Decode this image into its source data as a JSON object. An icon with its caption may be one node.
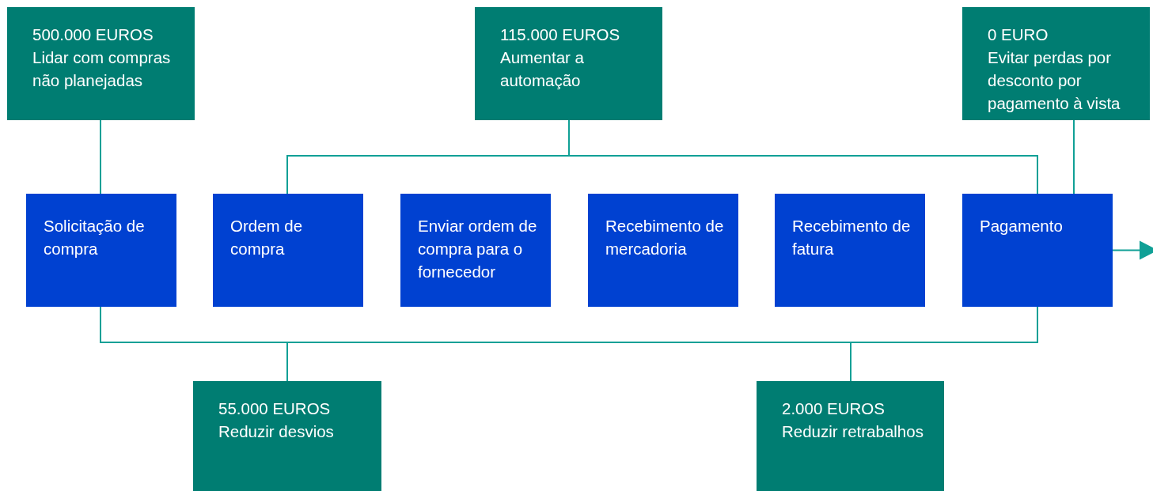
{
  "diagram": {
    "nodes": [
      {
        "text": [
          "500.000 EUROS",
          "Lidar com compras não planejadas"
        ]
      },
      {
        "text": [
          "115.000 EUROS",
          "Aumentar a automação"
        ]
      },
      {
        "text": [
          "0 EURO",
          "Evitar perdas por desconto por pagamento à vista"
        ]
      },
      {
        "text": [
          "Solicitação de compra"
        ]
      },
      {
        "text": [
          "Ordem de compra"
        ]
      },
      {
        "text": [
          "Enviar ordem de compra para o fornecedor"
        ]
      },
      {
        "text": [
          "Recebimento de mercadoria"
        ]
      },
      {
        "text": [
          "Recebimento de fatura"
        ]
      },
      {
        "text": [
          "Pagamento"
        ]
      },
      {
        "text": [
          "55.000 EUROS",
          "Reduzir desvios"
        ]
      },
      {
        "text": [
          "2.000 EUROS",
          "Reduzir retrabalhos"
        ]
      }
    ],
    "edges": [
      {
        "from": 0,
        "to": 3,
        "arrow": "none"
      },
      {
        "from": 1,
        "to": 4,
        "arrow": "none"
      },
      {
        "from": 1,
        "to": 8,
        "arrow": "none"
      },
      {
        "from": 2,
        "to": 8,
        "arrow": "none"
      },
      {
        "from": 9,
        "to": 3,
        "arrow": "none"
      },
      {
        "from": 9,
        "to": 8,
        "arrow": "none"
      },
      {
        "from": 10,
        "to": 3,
        "arrow": "none"
      },
      {
        "from": 10,
        "to": 8,
        "arrow": "none"
      },
      {
        "from": 8,
        "to": null,
        "arrow": "to"
      }
    ]
  }
}
